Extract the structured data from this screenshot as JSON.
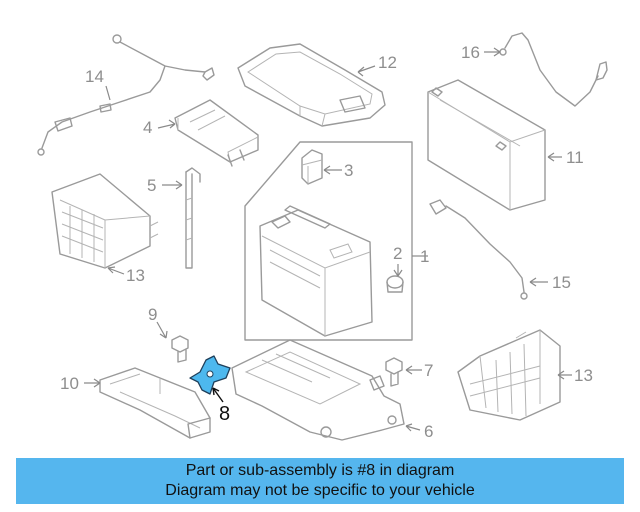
{
  "callouts": {
    "c1": "1",
    "c2": "2",
    "c3": "3",
    "c4": "4",
    "c5": "5",
    "c6": "6",
    "c7": "7",
    "c8": "8",
    "c9": "9",
    "c10": "10",
    "c11": "11",
    "c12": "12",
    "c13a": "13",
    "c13b": "13",
    "c14": "14",
    "c15": "15",
    "c16": "16"
  },
  "highlighted_part": "8",
  "colors": {
    "banner": "#55b6ee",
    "highlight_fill": "#4db8ee",
    "line_art": "#9a9a9a"
  },
  "banner": {
    "line1": "Part or sub-assembly is #8 in diagram",
    "line2": "Diagram may not be specific to your vehicle"
  }
}
